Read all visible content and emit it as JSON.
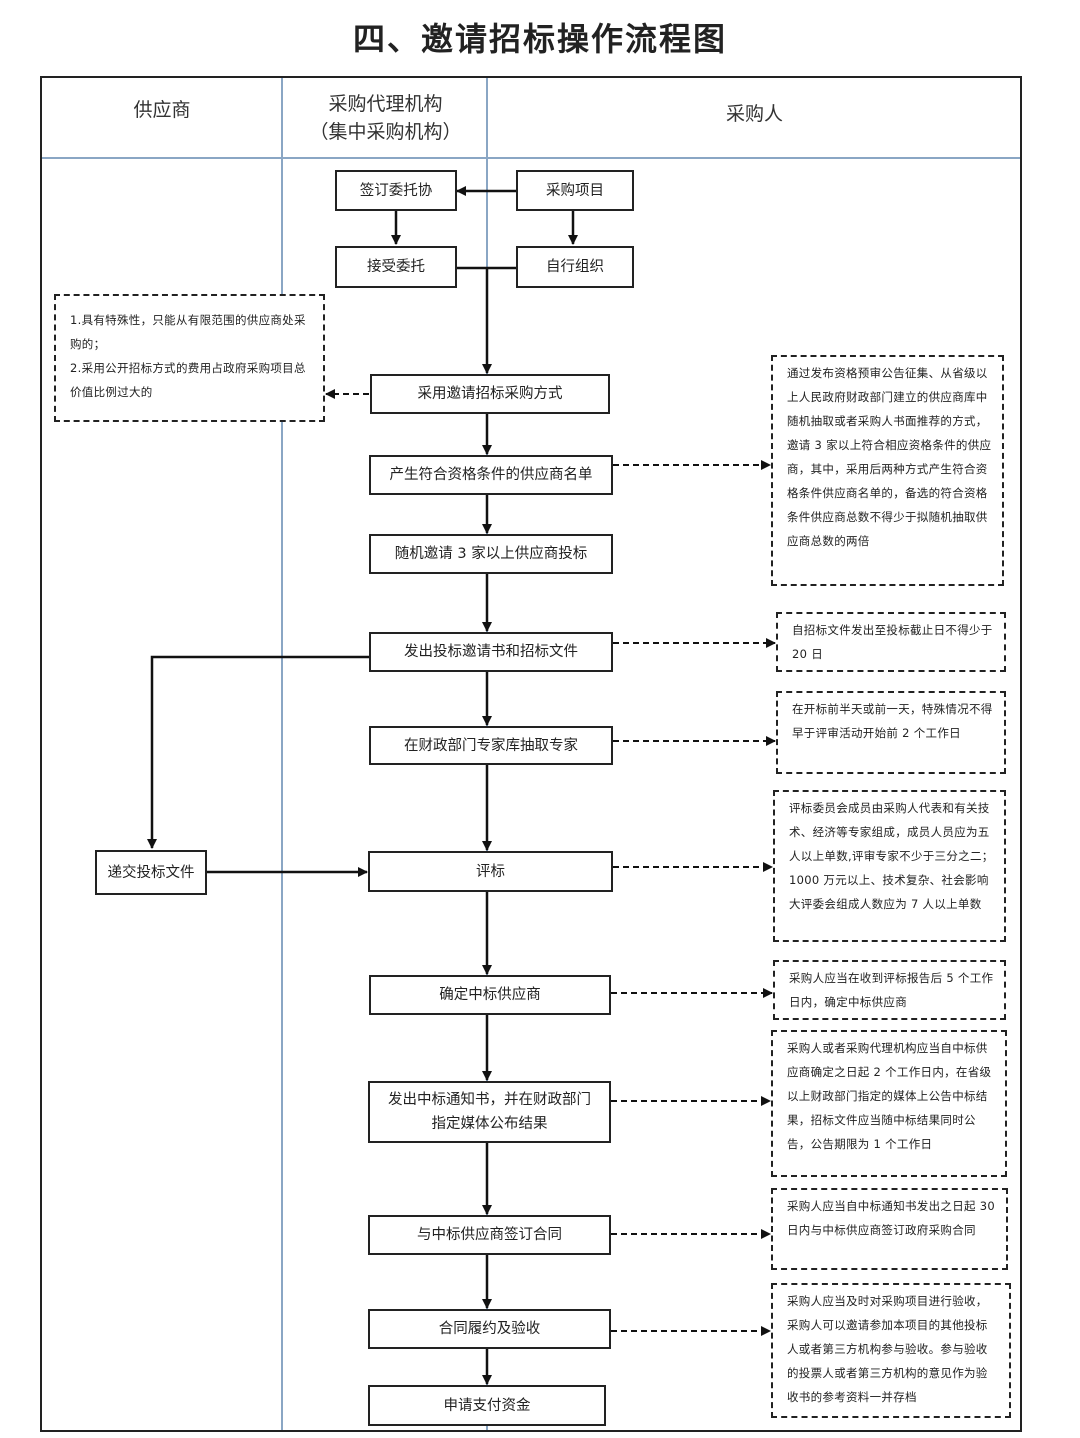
{
  "title": "四、邀请招标操作流程图",
  "lanes": {
    "supplier": "供应商",
    "agency_line1": "采购代理机构",
    "agency_line2": "（集中采购机构）",
    "purchaser": "采购人"
  },
  "boxes": {
    "sign_entrust": "签订委托协",
    "purchase_project": "采购项目",
    "accept_entrust": "接受委托",
    "self_organize": "自行组织",
    "adopt_invitation": "采用邀请招标采购方式",
    "qualified_list": "产生符合资格条件的供应商名单",
    "random_invite": "随机邀请 3 家以上供应商投标",
    "issue_invitation": "发出投标邀请书和招标文件",
    "extract_experts": "在财政部门专家库抽取专家",
    "submit_bid": "递交投标文件",
    "evaluate": "评标",
    "determine_winner": "确定中标供应商",
    "notice_line1": "发出中标通知书，并在财政部门",
    "notice_line2": "指定媒体公布结果",
    "sign_contract": "与中标供应商签订合同",
    "performance": "合同履约及验收",
    "apply_payment": "申请支付资金"
  },
  "notes": {
    "conditions": "1.具有特殊性，只能从有限范围的供应商处采购的；\n2.采用公开招标方式的费用占政府采购项目总价值比例过大的",
    "qualification": "通过发布资格预审公告征集、从省级以上人民政府财政部门建立的供应商库中随机抽取或者采购人书面推荐的方式，邀请 3 家以上符合相应资格条件的供应商，其中，采用后两种方式产生符合资格条件供应商名单的，备选的符合资格条件供应商总数不得少于拟随机抽取供应商总数的两倍",
    "bid_period": "自招标文件发出至投标截止日不得少于 20 日",
    "expert_timing": "在开标前半天或前一天，特殊情况不得早于评审活动开始前 2 个工作日",
    "committee": "评标委员会成员由采购人代表和有关技术、经济等专家组成，成员人员应为五人以上单数,评审专家不少于三分之二；1000 万元以上、技术复杂、社会影响大评委会组成人数应为 7 人以上单数",
    "winner_timing": "采购人应当在收到评标报告后 5 个工作日内，确定中标供应商",
    "announcement": "采购人或者采购代理机构应当自中标供应商确定之日起 2 个工作日内，在省级以上财政部门指定的媒体上公告中标结果，招标文件应当随中标结果同时公告，公告期限为 1 个工作日",
    "contract_timing": "采购人应当自中标通知书发出之日起 30 日内与中标供应商签订政府采购合同",
    "acceptance": "采购人应当及时对采购项目进行验收，采购人可以邀请参加本项目的其他投标人或者第三方机构参与验收。参与验收的投票人或者第三方机构的意见作为验收书的参考资料一并存档"
  }
}
